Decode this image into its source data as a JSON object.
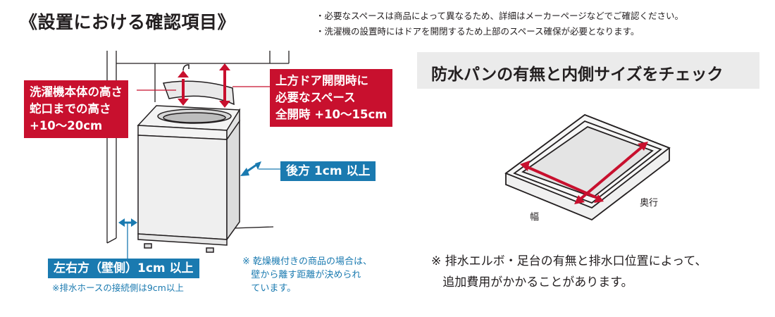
{
  "page": {
    "title": "《設置における確認項目》",
    "notes": [
      "・必要なスペースは商品によって異なるため、詳細はメーカーページなどでご確認ください。",
      "・洗濯機の設置時にはドアを開閉するため上部のスペース確保が必要となります。"
    ]
  },
  "washer_diagram": {
    "height_callout": {
      "lines": [
        "洗濯機本体の高さ",
        "蛇口までの高さ",
        "+10〜20cm"
      ]
    },
    "door_callout": {
      "lines": [
        "上方ドア開閉時に",
        "必要なスペース",
        "全開時 +10〜15cm"
      ]
    },
    "rear_callout": {
      "label": "後方 1cm 以上"
    },
    "side_callout": {
      "label": "左右方（壁側）1cm 以上",
      "sub_note": "※排水ホースの接続側は9cm以上"
    },
    "dryer_note": "※ 乾燥機付きの商品の場合は、\n   壁から離す距離が決められ\n   ています。",
    "colors": {
      "red": "#c8102e",
      "blue": "#1a7ab0"
    }
  },
  "waterproof_pan": {
    "header": "防水パンの有無と内側サイズをチェック",
    "labels": {
      "width": "幅",
      "depth": "奥行"
    },
    "note": "※ 排水エルボ・足台の有無と排水口位置によって、\n   追加費用がかかることがあります。"
  }
}
